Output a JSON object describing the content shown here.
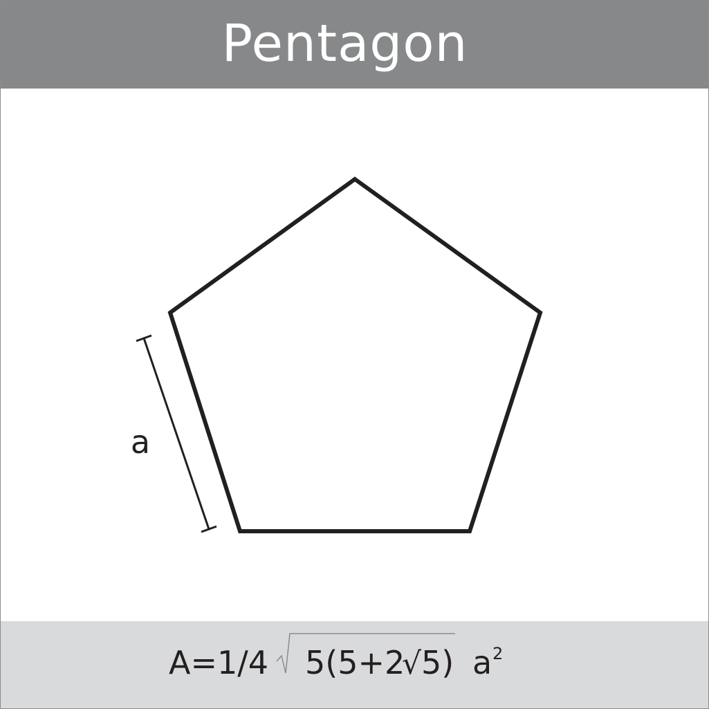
{
  "header": {
    "title": "Pentagon"
  },
  "diagram": {
    "shape": "pentagon",
    "side_label": "a",
    "stroke_color": "#231f20"
  },
  "formula": {
    "lhs": "A=1/4",
    "radicand": "5(5+2",
    "inner_radical": "√",
    "inner_radicand": "5)",
    "variable": "a",
    "exponent": "2"
  },
  "colors": {
    "header_bg": "#87888a",
    "footer_bg": "#d9dadb",
    "title_text": "#ffffff",
    "ink": "#231f20"
  }
}
